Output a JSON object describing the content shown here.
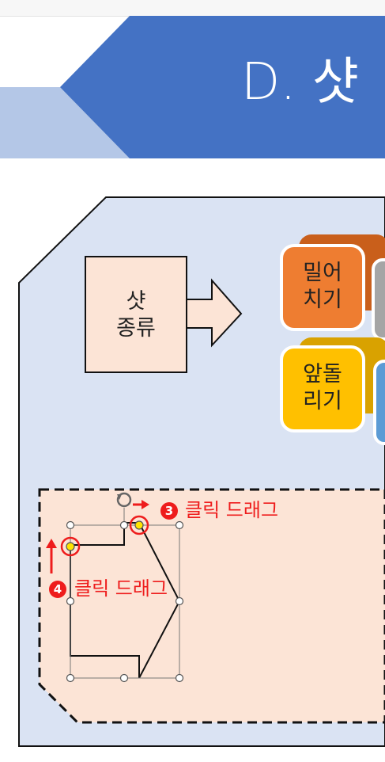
{
  "slide": {
    "title": "D. 샷"
  },
  "diagram": {
    "shot_kind_label": "샷\n종류",
    "blocks": [
      {
        "label": "밀어\n치기",
        "color": "#ee7d31"
      },
      {
        "label": "앞돌\n리기",
        "color": "#ffc000"
      }
    ]
  },
  "instructions": {
    "step3": {
      "number": "3",
      "text": "클릭 드래그"
    },
    "step4": {
      "number": "4",
      "text": "클릭 드래그"
    }
  },
  "colors": {
    "banner_dark": "#4472c4",
    "banner_light": "#b4c7e7",
    "panel_bg": "#dae3f3",
    "work_area_bg": "#fce4d6",
    "accent_red": "#ee1c1c"
  }
}
